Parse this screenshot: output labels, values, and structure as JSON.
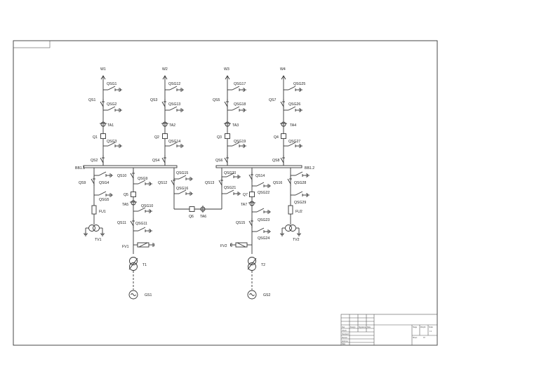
{
  "lines": {
    "W1": "W1",
    "W2": "W2",
    "W3": "W3",
    "W4": "W4"
  },
  "buses": {
    "BB1.1": "BB1.1",
    "BB1.2": "BB1.2"
  },
  "labels": {
    "QSG1": "QSG1",
    "QS1": "QS1",
    "QSG2": "QSG2",
    "TA1": "TA1",
    "Q1": "Q1",
    "QSG3": "QSG3",
    "QS2": "QS2",
    "QSG12": "QSG12",
    "QS3": "QS3",
    "QSG13": "QSG13",
    "TA2": "TA2",
    "Q2": "Q2",
    "QSG14": "QSG14",
    "QS4": "QS4",
    "QSG17": "QSG17",
    "QS5": "QS5",
    "QSG18": "QSG18",
    "TA3": "TA3",
    "Q3": "Q3",
    "QSG19": "QSG19",
    "QS6": "QS6",
    "QSG25": "QSG25",
    "QS7": "QS7",
    "QSG26": "QSG26",
    "TA4": "TA4",
    "Q4": "Q4",
    "QSG27": "QSG27",
    "QS8": "QS8",
    "QS9": "QS9",
    "QSG4": "QSG4",
    "QSG5": "QSG5",
    "FU1": "FU1",
    "TV1": "TV1",
    "QS10": "QS10",
    "QSG9": "QSG9",
    "Q5": "Q5",
    "TA5": "TA5",
    "QSG10": "QSG10",
    "QS11": "QS11",
    "QSG11": "QSG11",
    "FV1": "FV1",
    "T1": "T1",
    "GS1": "GS1",
    "QS12": "QS12",
    "QSG15": "QSG15",
    "QSG16": "QSG16",
    "Q6": "Q6",
    "TA6": "TA6",
    "QS13": "QS13",
    "QSG20": "QSG20",
    "QSG21": "QSG21",
    "QS14": "QS14",
    "Q7": "Q7",
    "QSG22": "QSG22",
    "TA7": "TA7",
    "QS15": "QS15",
    "QSG23": "QSG23",
    "QSG24": "QSG24",
    "FV2": "FV2",
    "T2": "T2",
    "GS2": "GS2",
    "QS16": "QS16",
    "QSG28": "QSG28",
    "QSG29": "QSG29",
    "FU2": "FU2",
    "TV2": "TV2"
  },
  "title_block": {
    "cells_left": [
      "Des",
      "Design",
      "Signature",
      "Date",
      "Check",
      "Standard",
      "Review",
      "Approve",
      "Date"
    ],
    "cells_right": [
      "Stage",
      "Weight",
      "Scale",
      "1:1",
      "Sheet",
      "Of"
    ]
  }
}
